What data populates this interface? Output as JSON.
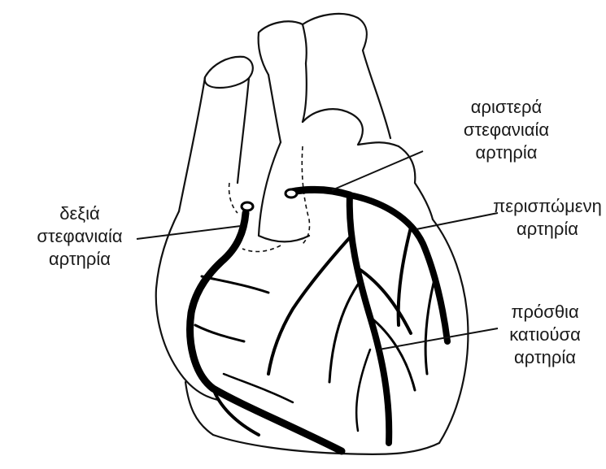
{
  "labels": {
    "right_coronary": [
      "δεξιά",
      "στεφανιαία",
      "αρτηρία"
    ],
    "left_coronary": [
      "αριστερά",
      "στεφανιαία",
      "αρτηρία"
    ],
    "circumflex": [
      "περισπώμενη",
      "αρτηρία"
    ],
    "anterior_descending": [
      "πρόσθια",
      "κατιούσα",
      "αρτηρία"
    ]
  },
  "colors": {
    "ink": "#111111",
    "background": "#ffffff"
  }
}
